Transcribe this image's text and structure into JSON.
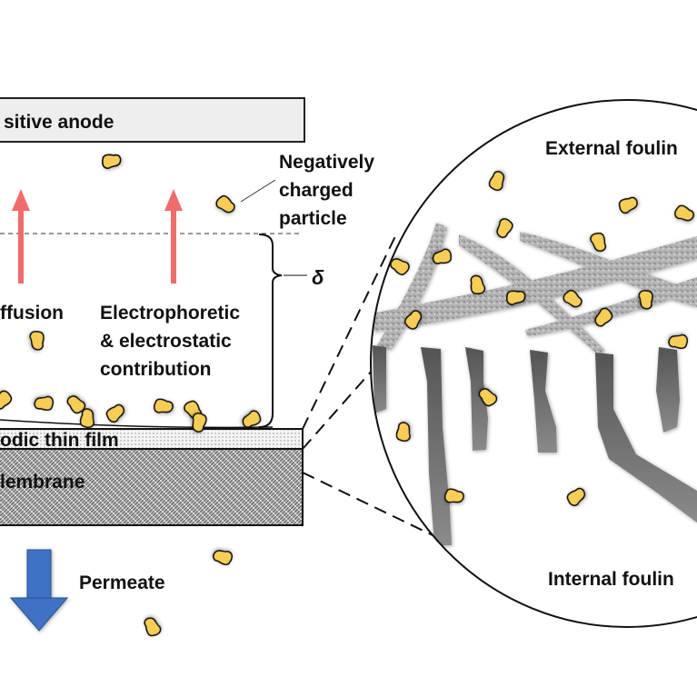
{
  "labels": {
    "anode": "sitive anode",
    "negative_particle": [
      "Negatively",
      "charged",
      "particle"
    ],
    "delta": "δ",
    "diffusion": "ffusion",
    "electrophoretic": [
      "Electrophoretic",
      "& electrostatic",
      "contribution"
    ],
    "thin_film": "odic thin film",
    "membrane": "lembrane",
    "permeate": "Permeate",
    "external_fouling": "External foulin",
    "internal_fouling": "Internal foulin"
  },
  "colors": {
    "particle": "#f7cd56",
    "arrow_up": "#f06b6b",
    "permeate_arrow": "#3f72c4",
    "fiber": "#a9a9a9",
    "pore": "#6a6a6a",
    "anode_fill": "#eeeeee"
  }
}
